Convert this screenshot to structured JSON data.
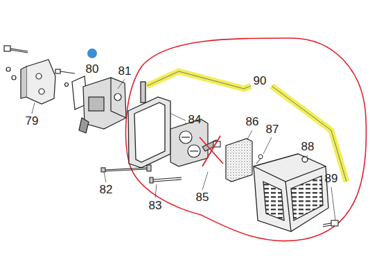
{
  "diagram": {
    "labels": [
      "80",
      "81",
      "79",
      "84",
      "90",
      "86",
      "87",
      "88",
      "89",
      "82",
      "83",
      "85"
    ]
  }
}
